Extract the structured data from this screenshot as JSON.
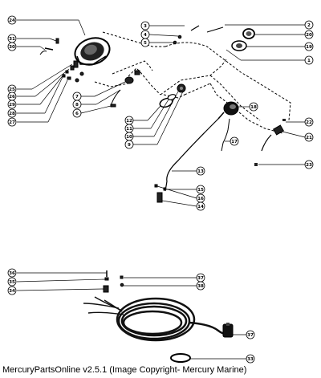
{
  "diagram": {
    "callouts": [
      {
        "id": "c24a",
        "label": "24"
      },
      {
        "id": "c3",
        "label": "3"
      },
      {
        "id": "c4",
        "label": "4"
      },
      {
        "id": "c5",
        "label": "5"
      },
      {
        "id": "c2",
        "label": "2"
      },
      {
        "id": "c20",
        "label": "20"
      },
      {
        "id": "c19",
        "label": "19"
      },
      {
        "id": "c1",
        "label": "1"
      },
      {
        "id": "c31",
        "label": "31"
      },
      {
        "id": "c30",
        "label": "30"
      },
      {
        "id": "c25",
        "label": "25"
      },
      {
        "id": "c26",
        "label": "26"
      },
      {
        "id": "c29",
        "label": "29"
      },
      {
        "id": "c28",
        "label": "28"
      },
      {
        "id": "c27",
        "label": "27"
      },
      {
        "id": "c7",
        "label": "7"
      },
      {
        "id": "c8",
        "label": "8"
      },
      {
        "id": "c6",
        "label": "6"
      },
      {
        "id": "c18",
        "label": "18"
      },
      {
        "id": "c12",
        "label": "12"
      },
      {
        "id": "c11",
        "label": "11"
      },
      {
        "id": "c10",
        "label": "10"
      },
      {
        "id": "c9",
        "label": "9"
      },
      {
        "id": "c22",
        "label": "22"
      },
      {
        "id": "c21",
        "label": "21"
      },
      {
        "id": "c17",
        "label": "17"
      },
      {
        "id": "c23",
        "label": "23"
      },
      {
        "id": "c13",
        "label": "13"
      },
      {
        "id": "c15",
        "label": "15"
      },
      {
        "id": "c16",
        "label": "16"
      },
      {
        "id": "c14",
        "label": "14"
      },
      {
        "id": "c36",
        "label": "36"
      },
      {
        "id": "c35",
        "label": "35"
      },
      {
        "id": "c34",
        "label": "34"
      },
      {
        "id": "c37a",
        "label": "37"
      },
      {
        "id": "c38",
        "label": "38"
      },
      {
        "id": "c37b",
        "label": "37"
      },
      {
        "id": "c33",
        "label": "33"
      }
    ]
  },
  "footer": {
    "copyright": "MercuryPartsOnline v2.5.1 (Image Copyright- Mercury Marine)"
  }
}
